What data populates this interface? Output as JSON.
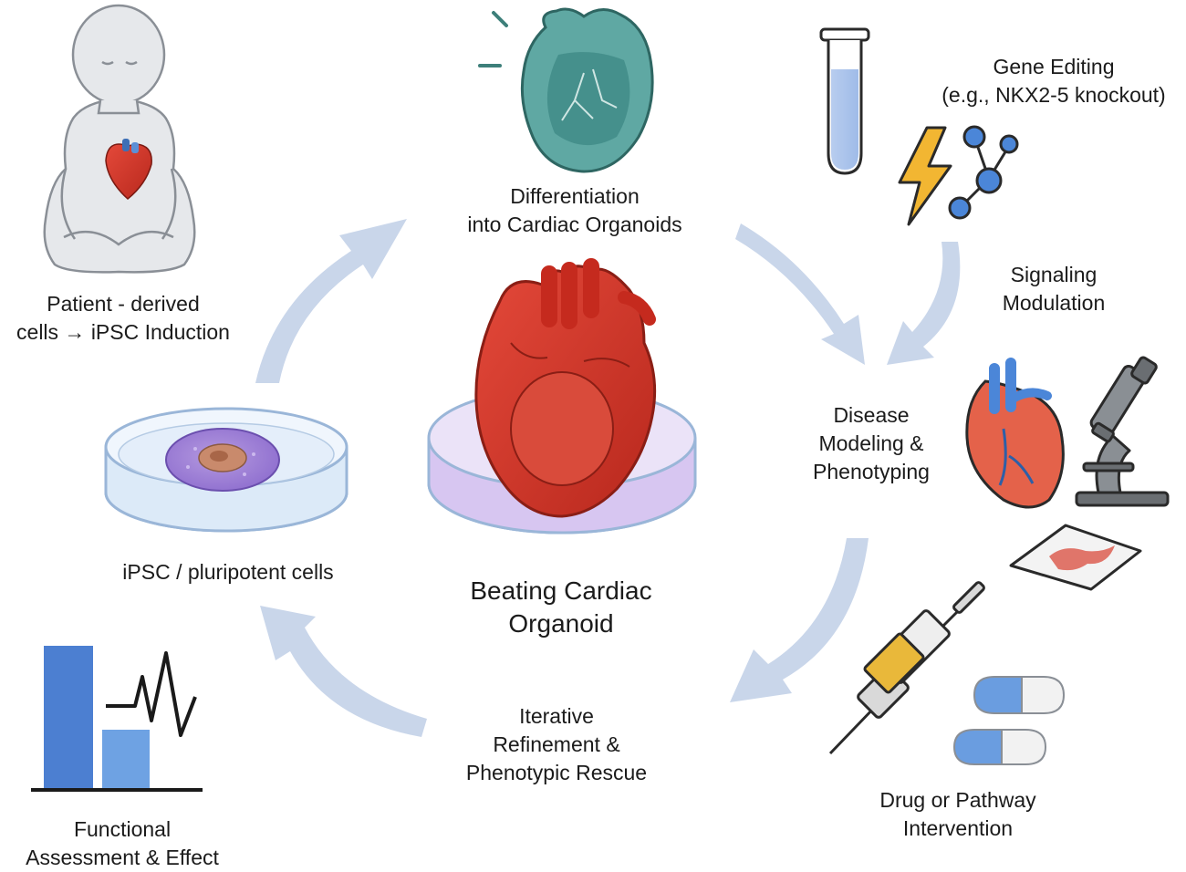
{
  "colors": {
    "arrow": "#c9d6ea",
    "heart_red": "#d83a2c",
    "teal": "#5fa8a3",
    "blue_bar": "#4c7fd1",
    "light_bar": "#6ea2e3",
    "purple_media": "#c9b4ec"
  },
  "steps": {
    "patient": {
      "line1": "Patient - derived",
      "line2": "cells → iPSC Induction"
    },
    "differentiation": {
      "line1": "Differentiation",
      "line2": "into Cardiac Organoids"
    },
    "gene_editing": {
      "line1": "Gene Editing",
      "line2": "(e.g., NKX2-5 knockout)"
    },
    "signaling": {
      "line1": "Signaling",
      "line2": "Modulation"
    },
    "disease": {
      "line1": "Disease",
      "line2": "Modeling &",
      "line3": "Phenotyping"
    },
    "drug": {
      "line1": "Drug or Pathway",
      "line2": "Intervention"
    },
    "iterative": {
      "line1": "Iterative",
      "line2": "Refinement &",
      "line3": "Phenotypic Rescue"
    },
    "functional": {
      "line1": "Functional",
      "line2": "Assessment & Effect"
    },
    "ipsc": {
      "line1": "iPSC / pluripotent cells"
    }
  },
  "center": {
    "line1": "Beating Cardiac",
    "line2": "Organoid"
  },
  "icons": [
    "child-patient-icon",
    "human-heart-icon",
    "petri-dish-icon",
    "stem-cell-icon",
    "cardiac-organoid-icon",
    "test-tube-icon",
    "lightning-icon",
    "molecule-icon",
    "anatomical-heart-icon",
    "microscope-icon",
    "tissue-slide-icon",
    "syringe-icon",
    "capsule-icon",
    "bar-chart-icon",
    "ecg-trace-icon",
    "cycle-arrow-icon"
  ]
}
